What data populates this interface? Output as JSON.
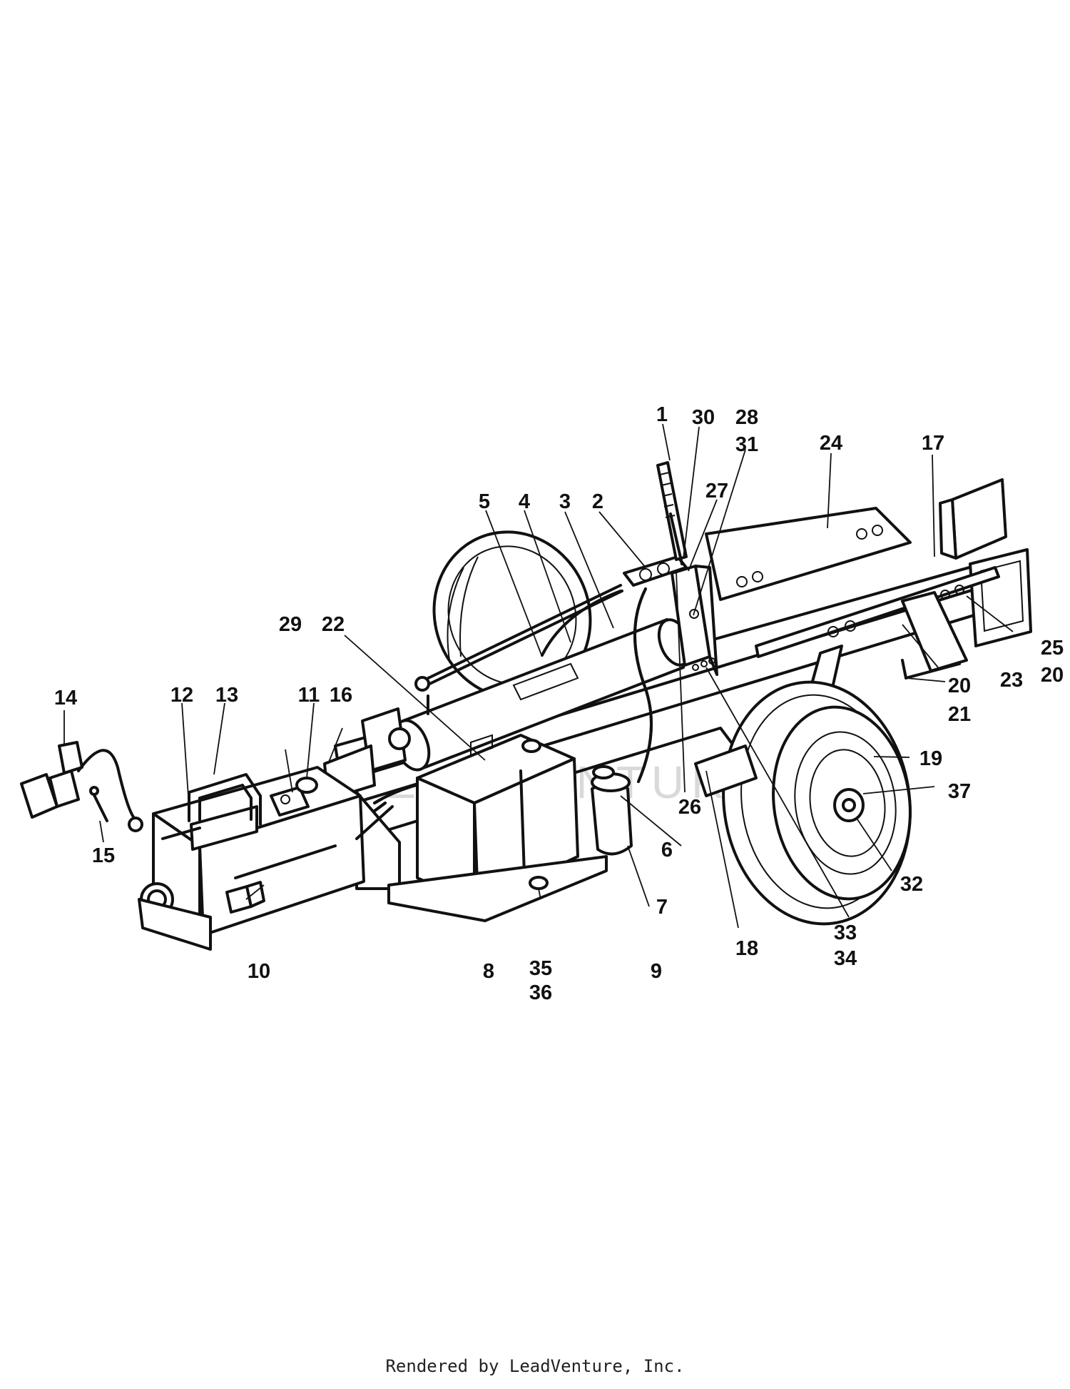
{
  "diagram": {
    "callouts": [
      {
        "id": "c1",
        "text": "1"
      },
      {
        "id": "c30",
        "text": "30"
      },
      {
        "id": "c28",
        "text": "28"
      },
      {
        "id": "c31",
        "text": "31"
      },
      {
        "id": "c24",
        "text": "24"
      },
      {
        "id": "c17",
        "text": "17"
      },
      {
        "id": "c27",
        "text": "27"
      },
      {
        "id": "c5",
        "text": "5"
      },
      {
        "id": "c4",
        "text": "4"
      },
      {
        "id": "c3",
        "text": "3"
      },
      {
        "id": "c2",
        "text": "2"
      },
      {
        "id": "c29",
        "text": "29"
      },
      {
        "id": "c22",
        "text": "22"
      },
      {
        "id": "c25",
        "text": "25"
      },
      {
        "id": "c20a",
        "text": "20"
      },
      {
        "id": "c23",
        "text": "23"
      },
      {
        "id": "c20b",
        "text": "20"
      },
      {
        "id": "c21",
        "text": "21"
      },
      {
        "id": "c14",
        "text": "14"
      },
      {
        "id": "c12",
        "text": "12"
      },
      {
        "id": "c13",
        "text": "13"
      },
      {
        "id": "c11",
        "text": "11"
      },
      {
        "id": "c16",
        "text": "16"
      },
      {
        "id": "c19",
        "text": "19"
      },
      {
        "id": "c37",
        "text": "37"
      },
      {
        "id": "c26",
        "text": "26"
      },
      {
        "id": "c15",
        "text": "15"
      },
      {
        "id": "c6",
        "text": "6"
      },
      {
        "id": "c32",
        "text": "32"
      },
      {
        "id": "c7",
        "text": "7"
      },
      {
        "id": "c33",
        "text": "33"
      },
      {
        "id": "c34",
        "text": "34"
      },
      {
        "id": "c18",
        "text": "18"
      },
      {
        "id": "c10",
        "text": "10"
      },
      {
        "id": "c8",
        "text": "8"
      },
      {
        "id": "c35",
        "text": "35"
      },
      {
        "id": "c9",
        "text": "9"
      },
      {
        "id": "c36",
        "text": "36"
      }
    ]
  },
  "footer": {
    "credit": "Rendered by LeadVenture, Inc."
  },
  "watermark": {
    "text": "LEADVENTURE"
  }
}
